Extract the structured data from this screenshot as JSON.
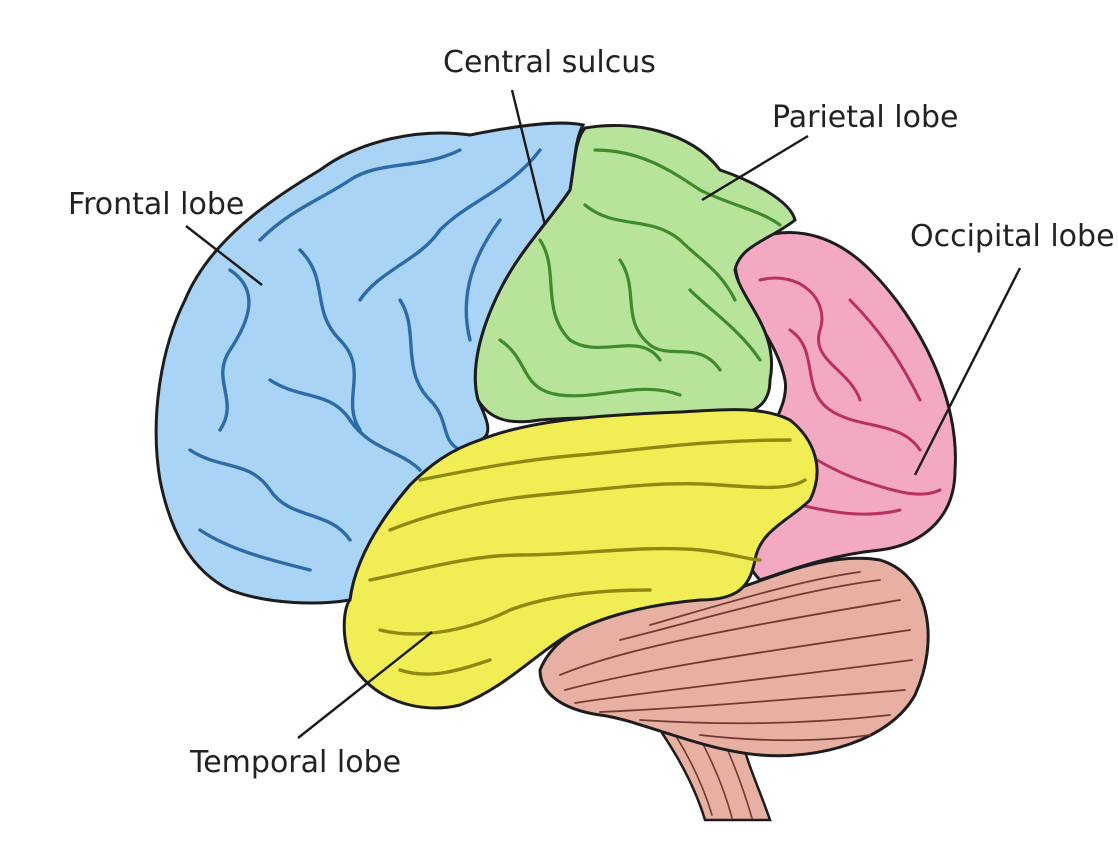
{
  "labels": {
    "frontal": "Frontal lobe",
    "central_sulcus": "Central sulcus",
    "parietal": "Parietal lobe",
    "occipital": "Occipital  lobe",
    "temporal": "Temporal  lobe"
  },
  "colors": {
    "frontal": "#a9d4f5",
    "frontal_dark": "#2d6aa8",
    "parietal": "#b7e39a",
    "parietal_dark": "#3f8a2c",
    "occipital": "#f3a9c2",
    "occipital_dark": "#b8325f",
    "temporal": "#f1ee55",
    "temporal_dark": "#8e8a10",
    "cerebellum": "#e7b0a3",
    "cerebellum_dark": "#6e3a32",
    "outline": "#1d1d1d"
  }
}
